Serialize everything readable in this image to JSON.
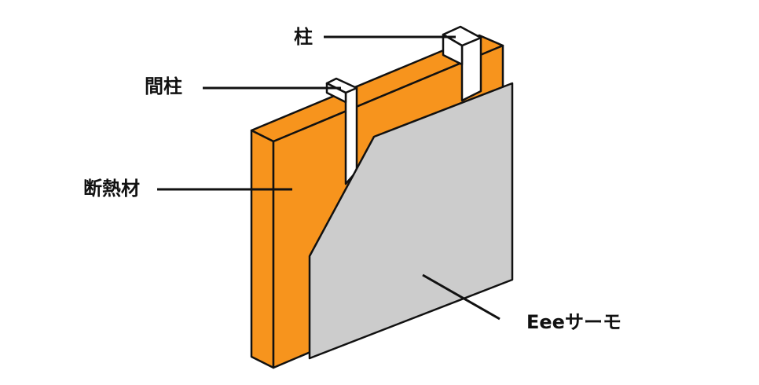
{
  "labels": {
    "pillar": "柱",
    "stud": "間柱",
    "insulation": "断熱材",
    "board": "Eeeサーモ"
  },
  "colors": {
    "insulation": "#f7941d",
    "board": "#cccccc",
    "stud": "#ffffff",
    "outline": "#111111",
    "text": "#111111"
  }
}
